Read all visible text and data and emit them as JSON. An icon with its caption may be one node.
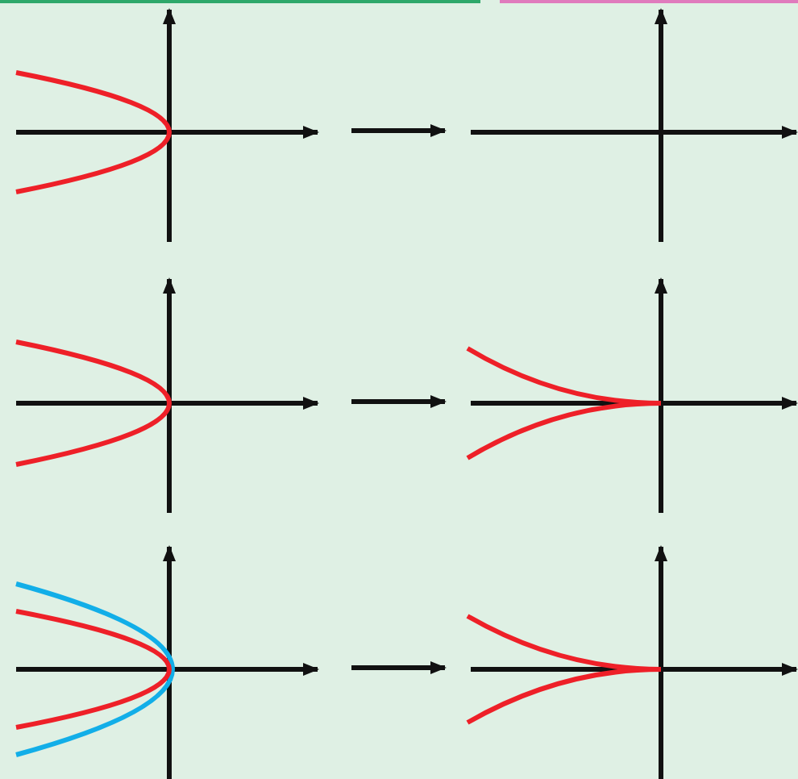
{
  "diagram": {
    "nodes": [
      {
        "text": [],
        "shape": "picture"
      },
      {
        "text": [],
        "shape": "picture"
      },
      {
        "text": [],
        "shape": "picture"
      },
      {
        "text": [],
        "shape": "picture"
      },
      {
        "text": [],
        "shape": "picture"
      },
      {
        "text": [],
        "shape": "picture"
      }
    ],
    "edges": [
      {
        "from": 0,
        "to": 1,
        "arrow": "to"
      },
      {
        "from": 2,
        "to": 3,
        "arrow": "to"
      },
      {
        "from": 4,
        "to": 5,
        "arrow": "to"
      }
    ]
  }
}
